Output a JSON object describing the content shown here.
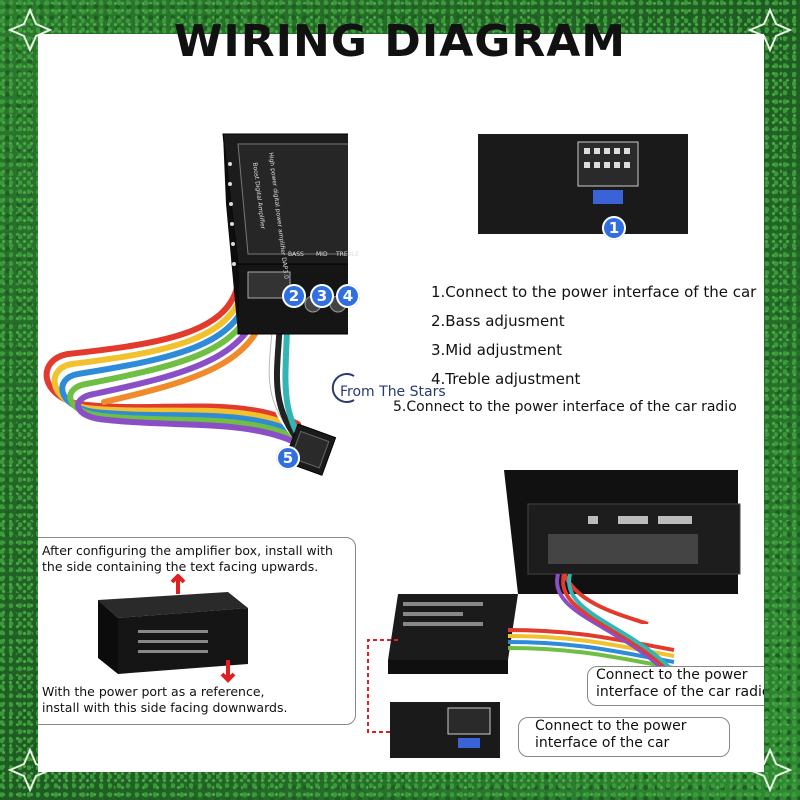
{
  "title": "WIRING DIAGRAM",
  "steps": [
    "1.Connect to the power interface of the car",
    "2.Bass adjusment",
    "3.Mid adjustment",
    "4.Treble adjustment",
    "5.Connect to the power interface of the car radio"
  ],
  "badges": [
    "1",
    "2",
    "3",
    "4",
    "5"
  ],
  "amplifier": {
    "label_lines": [
      "High power digital power amplifier DAP3.0",
      "Boost Digital Amplifier"
    ],
    "knob_labels": [
      "BASS",
      "MID",
      "TREBLE"
    ]
  },
  "watermark": "From The Stars",
  "install": {
    "top_text_line1": "After configuring the amplifier box, install with",
    "top_text_line2": "the side containing the text facing upwards.",
    "bottom_text_line1": "With the power port as a reference,",
    "bottom_text_line2": "install with this side facing downwards."
  },
  "callouts": {
    "radio_line1": "Connect to the power",
    "radio_line2": "interface of the car radio",
    "car_line1": "Connect to the power",
    "car_line2": "interface of the car"
  },
  "colors": {
    "badge": "#2f6fe0",
    "grass": "#2f7d2f",
    "device": "#1a1a1a",
    "arrow_red": "#e02020"
  }
}
